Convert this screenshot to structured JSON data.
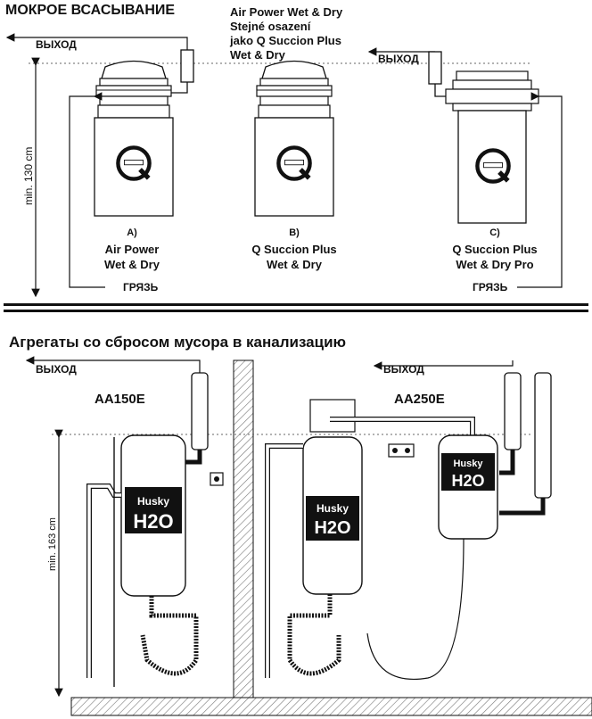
{
  "top": {
    "title": "МОКРОЕ ВСАСЫВАНИЕ",
    "note_lines": [
      "Air Power Wet & Dry",
      "Stejné osazení",
      "jako Q Succion Plus",
      "Wet & Dry"
    ],
    "exit_label": "ВЫХОД",
    "dirt_label": "ГРЯЗЬ",
    "height_label": "min. 130 cm",
    "units": [
      {
        "letter": "A)",
        "name_lines": [
          "Air Power",
          "Wet & Dry"
        ]
      },
      {
        "letter": "B)",
        "name_lines": [
          "Q Succion Plus",
          "Wet & Dry"
        ]
      },
      {
        "letter": "C)",
        "name_lines": [
          "Q Succion Plus",
          "Wet & Dry Pro"
        ]
      }
    ],
    "logo_letter": "Q"
  },
  "bottom": {
    "title": "Агрегаты со сбросом мусора в канализацию",
    "exit_label": "ВЫХОД",
    "height_label": "min. 163 cm",
    "unit_left": "AA150E",
    "unit_right": "AA250E",
    "brand": "Husky",
    "brand_mark": "H2O"
  },
  "colors": {
    "ink": "#111111",
    "hatch": "#777777",
    "panel": "#f2f2f2"
  }
}
